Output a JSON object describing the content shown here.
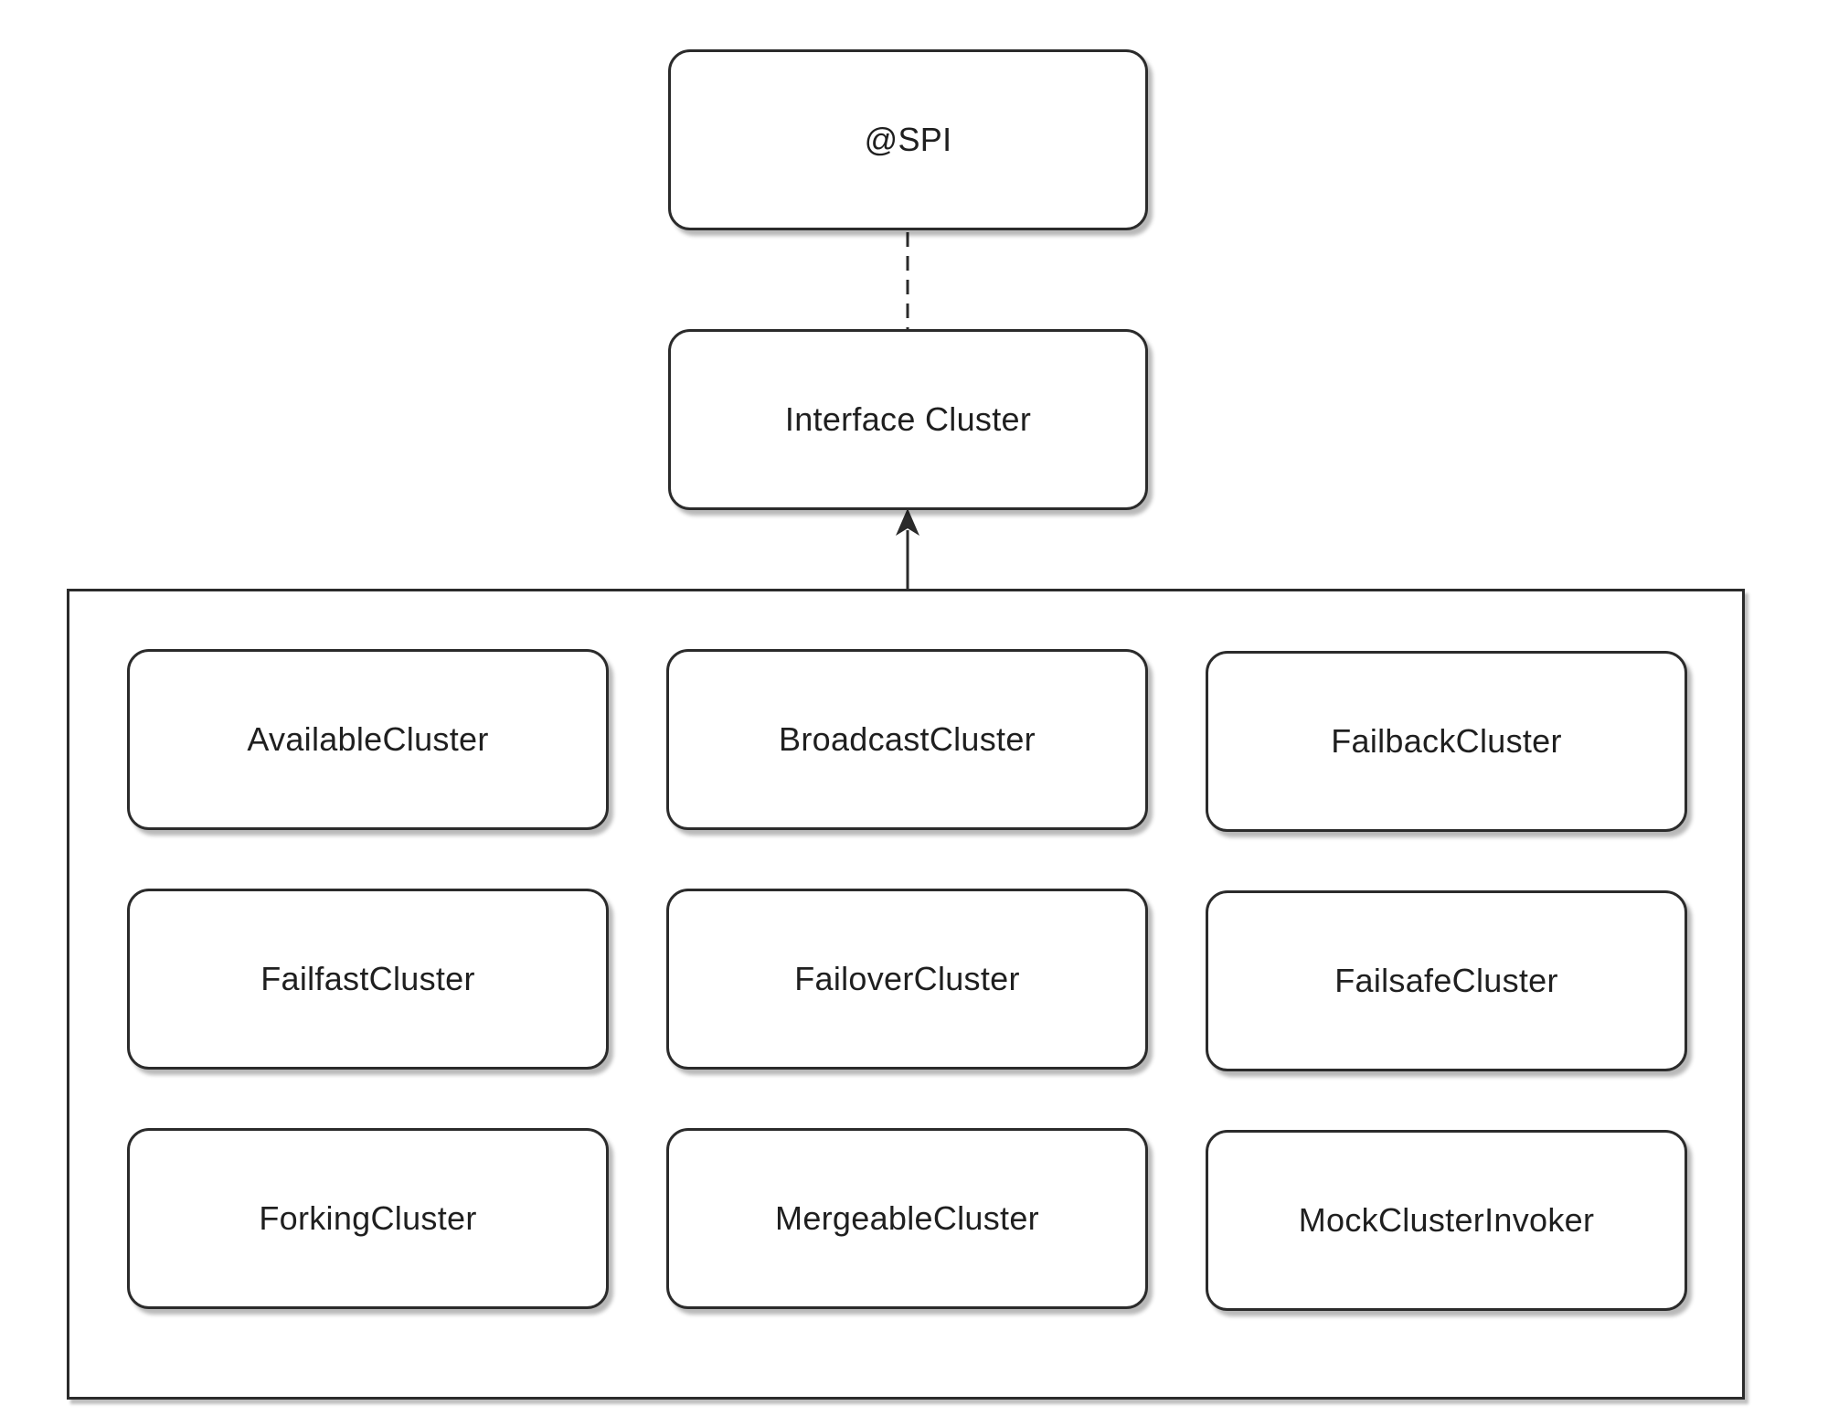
{
  "annotation": {
    "label": "@SPI"
  },
  "interface": {
    "label": "Interface Cluster"
  },
  "implementations": [
    {
      "label": "AvailableCluster"
    },
    {
      "label": "BroadcastCluster"
    },
    {
      "label": "FailbackCluster"
    },
    {
      "label": "FailfastCluster"
    },
    {
      "label": "FailoverCluster"
    },
    {
      "label": "FailsafeCluster"
    },
    {
      "label": "ForkingCluster"
    },
    {
      "label": "MergeableCluster"
    },
    {
      "label": "MockClusterInvoker"
    }
  ],
  "edges": [
    {
      "from": "annotation",
      "to": "interface",
      "style": "dashed",
      "arrow": "none"
    },
    {
      "from": "implementations",
      "to": "interface",
      "style": "solid",
      "arrow": "head"
    }
  ],
  "colors": {
    "stroke": "#2b2b2b",
    "text": "#1f1f1f",
    "background": "#ffffff"
  }
}
